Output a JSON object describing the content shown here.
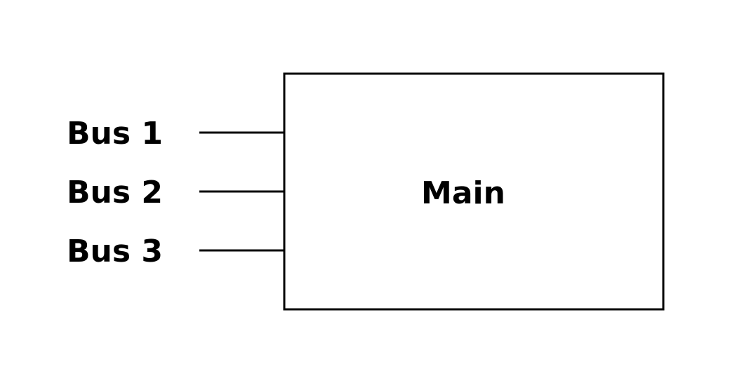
{
  "diagram": {
    "main_block": {
      "label": "Main"
    },
    "buses": [
      {
        "label": "Bus 1"
      },
      {
        "label": "Bus 2"
      },
      {
        "label": "Bus 3"
      }
    ],
    "colors": {
      "stroke": "#000000",
      "text": "#000000",
      "background": "#ffffff"
    }
  }
}
